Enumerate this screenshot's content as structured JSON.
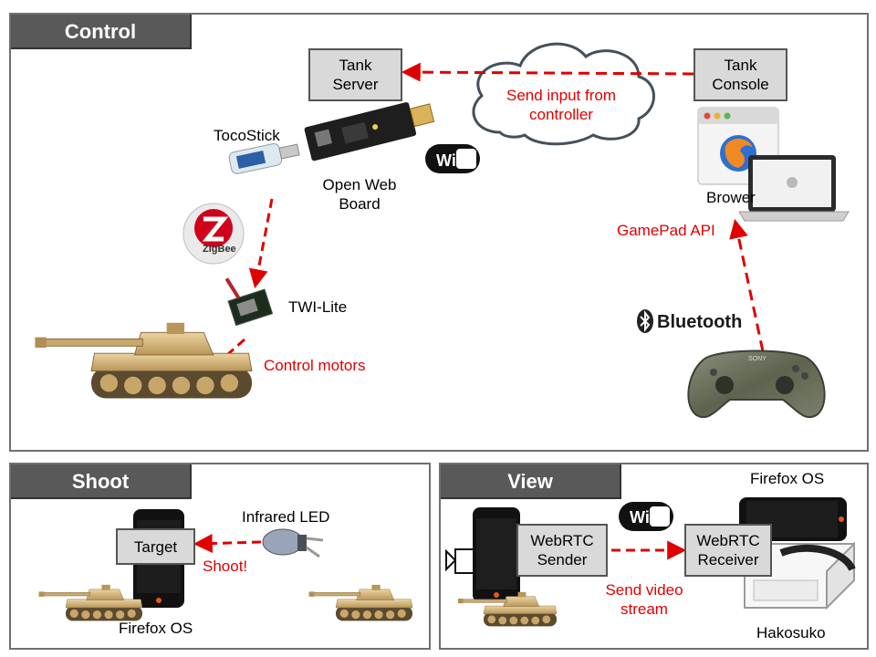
{
  "panels": {
    "control": {
      "title": "Control"
    },
    "shoot": {
      "title": "Shoot"
    },
    "view": {
      "title": "View"
    }
  },
  "control": {
    "tank_server": "Tank\nServer",
    "tank_console": "Tank\nConsole",
    "cloud_label": "Send input from\ncontroller",
    "tocostick": "TocoStick",
    "open_web_board": "Open Web\nBoard",
    "wifi_badge": "WiFi",
    "browser": "Brower",
    "gamepad_api": "GamePad API",
    "zigbee": "ZigBee",
    "twi_lite": "TWI-Lite",
    "control_motors": "Control motors",
    "bluetooth": "Bluetooth",
    "gamepad_brand": "SONY"
  },
  "shoot": {
    "target": "Target",
    "infrared_led": "Infrared LED",
    "shoot_action": "Shoot!",
    "firefox_os": "Firefox OS"
  },
  "view": {
    "firefox_os": "Firefox OS",
    "wifi_badge": "WiFi",
    "webrtc_sender": "WebRTC\nSender",
    "webrtc_receiver": "WebRTC\nReceiver",
    "send_video": "Send video\nstream",
    "hakosuko": "Hakosuko"
  },
  "colors": {
    "arrow": "#e00000",
    "tank_body": "#d9b77a",
    "node_fill": "#d9d9d9"
  }
}
